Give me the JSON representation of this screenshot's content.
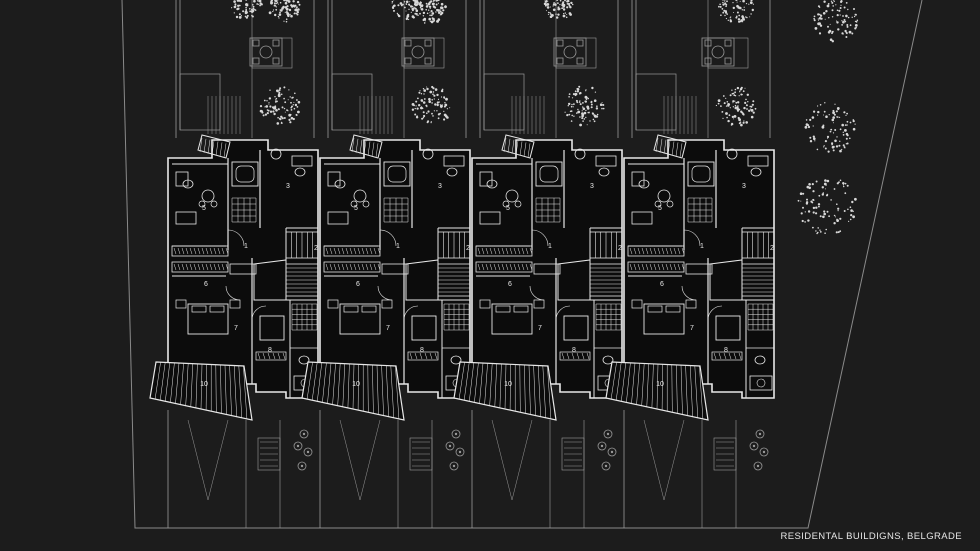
{
  "caption": "RESIDENTAL BUILDIGNS, BELGRADE",
  "room_labels": [
    "1",
    "2",
    "3",
    "5",
    "6",
    "7",
    "8",
    "10"
  ],
  "unit_count": 4,
  "colors": {
    "background": "#1c1c1c",
    "plan_fill": "#0c0c0c",
    "lines": "#e8e8e8",
    "site_lines": "#9a9a9a",
    "trees": "#d8d8d8"
  }
}
